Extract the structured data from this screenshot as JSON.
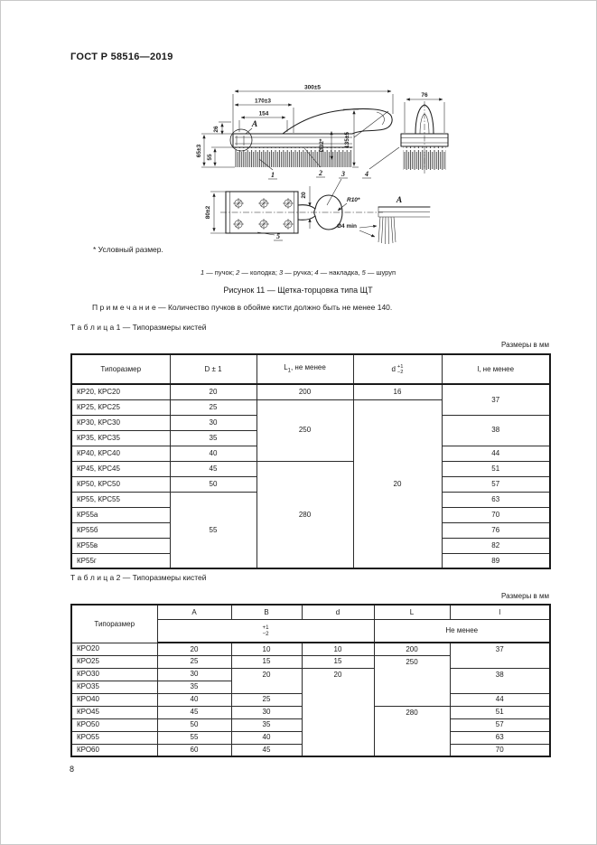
{
  "page": {
    "standard": "ГОСТ Р 58516—2019",
    "number": "8"
  },
  "figure": {
    "footnote": "* Условный размер.",
    "legend": [
      {
        "n": "1",
        "t": " — пучок; "
      },
      {
        "n": "2",
        "t": " — колодка; "
      },
      {
        "n": "3",
        "t": " — ручка; "
      },
      {
        "n": "4",
        "t": " — накладка, "
      },
      {
        "n": "5",
        "t": " — шуруп"
      }
    ],
    "caption": "Рисунок 11 — Щетка-торцовка типа ЩТ",
    "note": "П р и м е ч а н и е — Количество пучков в обойме кисти должно быть не менее 140.",
    "dims": {
      "overall": "300±5",
      "len170": "170±3",
      "len154": "154",
      "h26": "26",
      "h65": "65±3",
      "h55": "55",
      "dia32": "Ø32*",
      "h135": "135±5",
      "w76": "76",
      "w80": "80±2",
      "neck20": "20",
      "r10": "R10*",
      "d4": "Ø4 min",
      "detail_callout": "A",
      "detail_view": "A"
    },
    "callouts": [
      "1",
      "2",
      "3",
      "4",
      "5"
    ]
  },
  "table1": {
    "title": "Т а б л и ц а  1  —  Типоразмеры кистей",
    "units": "Размеры в мм",
    "headers": {
      "type": "Типоразмер",
      "d1": "D ± 1",
      "l1_base": "L",
      "l1_sub": "1",
      "l1_suffix": ", не менее",
      "d_base": "d",
      "d_sup": "+1",
      "d_sub": "−2",
      "l_min": "l, не менее"
    },
    "rows": [
      {
        "name": "КР20, КРС20",
        "d": "20",
        "l1": "200",
        "dd": "16",
        "l": "37"
      },
      {
        "name": "КР25, КРС25",
        "d": "25",
        "l1": "250",
        "dd": "20"
      },
      {
        "name": "КР30, КРС30",
        "d": "30",
        "l": "38"
      },
      {
        "name": "КР35, КРС35",
        "d": "35"
      },
      {
        "name": "КР40, КРС40",
        "d": "40",
        "l": "44"
      },
      {
        "name": "КР45, КРС45",
        "d": "45",
        "l1": "280",
        "l": "51"
      },
      {
        "name": "КР50, КРС50",
        "d": "50",
        "l": "57"
      },
      {
        "name": "КР55, КРС55",
        "d": "55",
        "l": "63"
      },
      {
        "name": "КР55а",
        "l": "70"
      },
      {
        "name": "КР55б",
        "l": "76"
      },
      {
        "name": "КР55в",
        "l": "82"
      },
      {
        "name": "КР55г",
        "l": "89"
      }
    ]
  },
  "table2": {
    "title": "Т а б л и ц а  2  —  Типоразмеры кистей",
    "units": "Размеры в мм",
    "headers": {
      "type": "Типоразмер",
      "a": "А",
      "b": "В",
      "d": "d",
      "L": "L",
      "l": "l",
      "tol_sup": "+1",
      "tol_sub": "−2",
      "min": "Не менее"
    },
    "rows": [
      {
        "name": "КРО20",
        "a": "20",
        "b": "10",
        "d": "10",
        "L": "200",
        "l": "37"
      },
      {
        "name": "КРО25",
        "a": "25",
        "b": "15",
        "d": "15",
        "L": "250"
      },
      {
        "name": "КРО30",
        "a": "30",
        "b": "20",
        "d": "20",
        "l": "38"
      },
      {
        "name": "КРО35",
        "a": "35"
      },
      {
        "name": "КРО40",
        "a": "40",
        "b": "25",
        "l": "44"
      },
      {
        "name": "КРО45",
        "a": "45",
        "b": "30",
        "L": "280",
        "l": "51"
      },
      {
        "name": "КРО50",
        "a": "50",
        "b": "35",
        "l": "57"
      },
      {
        "name": "КРО55",
        "a": "55",
        "b": "40",
        "l": "63"
      },
      {
        "name": "КРО60",
        "a": "60",
        "b": "45",
        "l": "70"
      }
    ]
  }
}
